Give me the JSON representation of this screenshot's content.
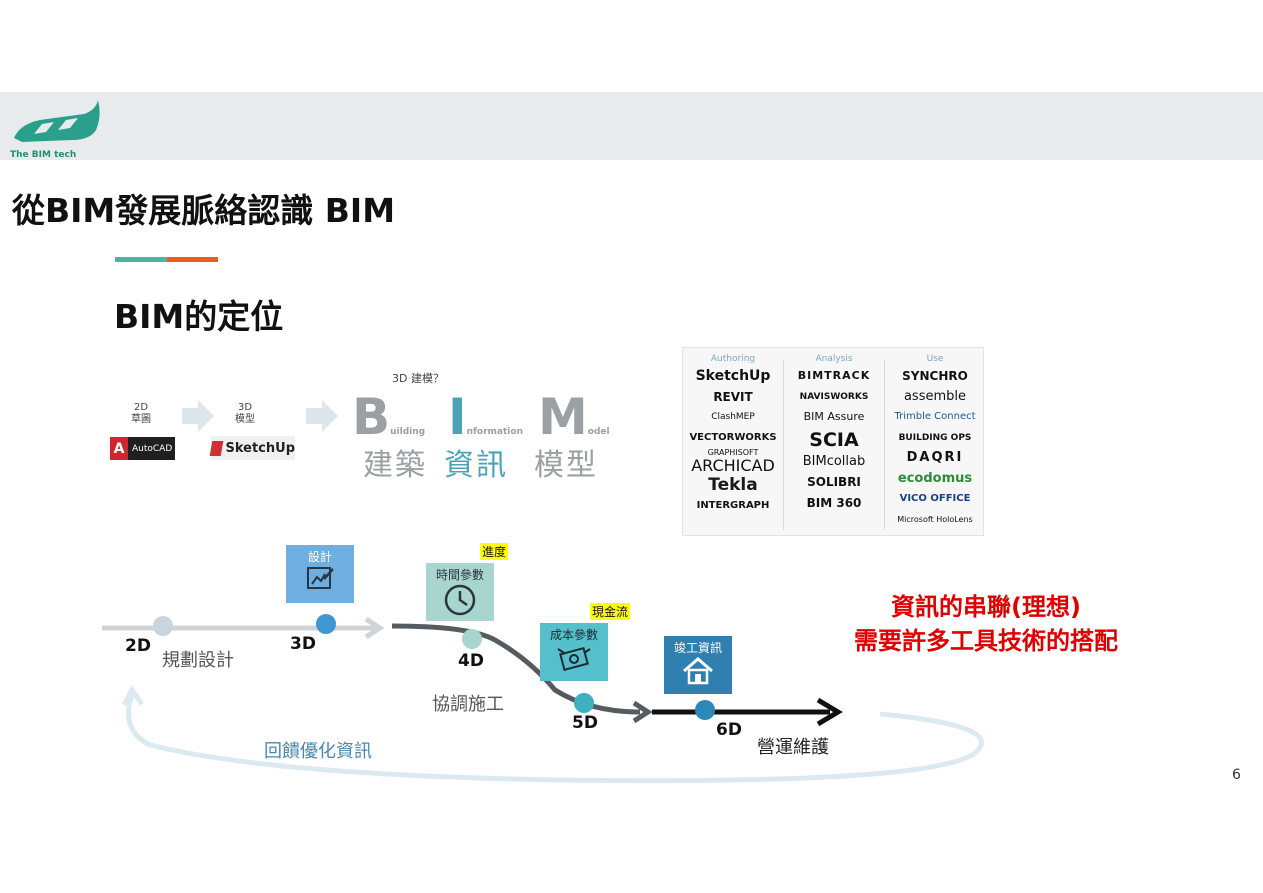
{
  "brand": {
    "logo_text": "The BIM tech",
    "colors": {
      "teal": "#2aa08c",
      "accent_teal": "#4db3a4",
      "accent_orange": "#e85f1c"
    }
  },
  "title": "從BIM發展脈絡認識 BIM",
  "section_title": "BIM的定位",
  "evolution": {
    "step_2d": {
      "label_1": "2D",
      "label_2": "草圖",
      "tool": "AutoCAD"
    },
    "step_3d": {
      "label_1": "3D",
      "label_2": "模型",
      "tool": "SketchUp"
    },
    "bim_caption": "3D 建模？",
    "bim": {
      "b_letter": "B",
      "b_rest": "uilding",
      "i_letter": "I",
      "i_rest": "nformation",
      "m_letter": "M",
      "m_rest": "odel",
      "zh_building": "建築",
      "zh_information": "資訊",
      "zh_model": "模型"
    }
  },
  "tools": {
    "authoring": {
      "header": "Authoring",
      "items": [
        "SketchUp",
        "REVIT",
        "ClashMEP",
        "VECTORWORKS",
        "GRAPHISOFT",
        "ARCHICAD",
        "Tekla",
        "INTERGRAPH"
      ]
    },
    "analysis": {
      "header": "Analysis",
      "items": [
        "BIMTRACK",
        "NAVISWORKS",
        "BIM Assure",
        "SCIA",
        "BIMcollab",
        "SOLIBRI",
        "BIM 360"
      ]
    },
    "use": {
      "header": "Use",
      "items": [
        "SYNCHRO",
        "assemble",
        "Trimble Connect",
        "BUILDING OPS",
        "DAQRI",
        "ecodomus",
        "VICO OFFICE",
        "Microsoft HoloLens"
      ]
    }
  },
  "lifecycle": {
    "stages": [
      {
        "label": "2D",
        "description": "規劃設計"
      },
      {
        "label": "3D",
        "box": "設計",
        "icon": "design-icon"
      },
      {
        "label": "4D",
        "box": "時間參數",
        "highlight": "進度",
        "description": "協調施工",
        "icon": "clock-icon"
      },
      {
        "label": "5D",
        "box": "成本參數",
        "highlight": "現金流",
        "icon": "money-icon"
      },
      {
        "label": "6D",
        "box": "竣工資訊",
        "description": "營運維護",
        "icon": "house-icon"
      }
    ],
    "feedback": "回饋優化資訊"
  },
  "note": {
    "line1": "資訊的串聯(理想)",
    "line2": "需要許多工具技術的搭配"
  },
  "page_number": "6"
}
